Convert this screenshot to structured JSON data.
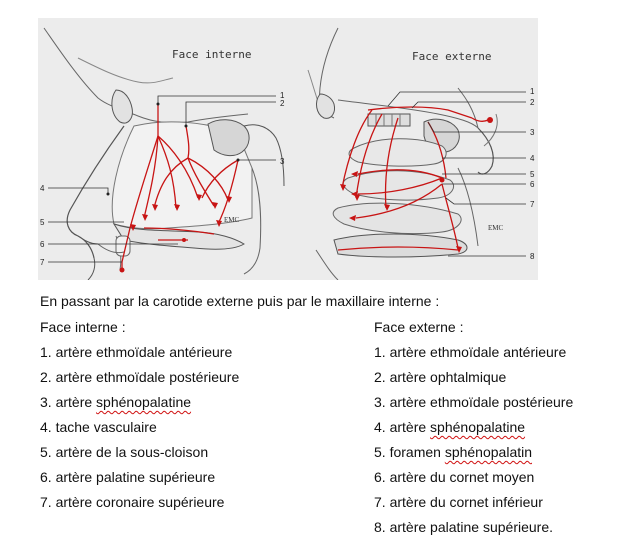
{
  "figure": {
    "left_title": "Face interne",
    "right_title": "Face externe",
    "left_callouts": [
      "1",
      "2",
      "3",
      "4",
      "5",
      "6",
      "7"
    ],
    "right_callouts": [
      "1",
      "2",
      "3",
      "4",
      "5",
      "6",
      "7",
      "8"
    ],
    "watermark": "EMC",
    "artery_color": "#c81414"
  },
  "caption": "En passant par la carotide externe puis par le maxillaire interne :",
  "face_interne": {
    "title": "Face interne :",
    "items": [
      {
        "num": "1.",
        "text": "artère ethmoïdale antérieure"
      },
      {
        "num": "2.",
        "text": "artère ethmoïdale postérieure"
      },
      {
        "num": "3.",
        "text": "artère ",
        "spell": "sphénopalatine",
        "after": ""
      },
      {
        "num": "4.",
        "text": "tache vasculaire"
      },
      {
        "num": "5.",
        "text": "artère de la sous-cloison"
      },
      {
        "num": "6.",
        "text": "artère palatine supérieure"
      },
      {
        "num": "7.",
        "text": "artère coronaire supérieure"
      }
    ]
  },
  "face_externe": {
    "title": "Face externe :",
    "items": [
      {
        "num": "1.",
        "text": "artère ethmoïdale antérieure"
      },
      {
        "num": "2.",
        "text": "artère ophtalmique"
      },
      {
        "num": "3.",
        "text": "artère ethmoïdale postérieure"
      },
      {
        "num": "4.",
        "text": "artère ",
        "spell": "sphénopalatine",
        "after": ""
      },
      {
        "num": "5.",
        "text": "foramen ",
        "spell": "sphénopalatin",
        "after": ""
      },
      {
        "num": "6.",
        "text": "artère du cornet moyen"
      },
      {
        "num": "7.",
        "text": "artère du cornet inférieur"
      },
      {
        "num": "8.",
        "text": "artère palatine supérieure."
      }
    ]
  }
}
